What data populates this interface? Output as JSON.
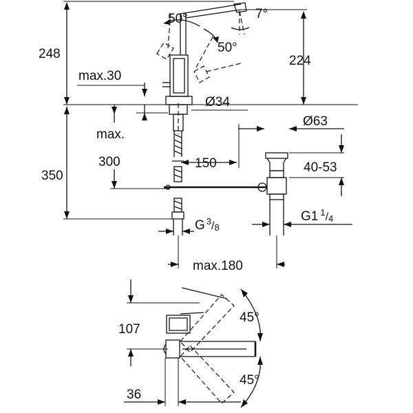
{
  "top_view": {
    "height_total": "248",
    "angle_handle_left": "50°",
    "angle_spout": "7°",
    "angle_handle_right": "50°",
    "height_spout": "224",
    "max_thickness": "max.30",
    "diameter_base": "Ø34",
    "max_label": "max.",
    "depth_300": "300",
    "offset_150": "150",
    "depth_350": "350",
    "diameter_waste": "Ø63",
    "waste_range": "40-53",
    "thread_supply": "G",
    "thread_supply_exp": "3",
    "thread_supply_den": "8",
    "thread_waste": "G1",
    "thread_waste_exp": "1",
    "thread_waste_den": "4",
    "max_180": "max.180"
  },
  "plan_view": {
    "reach_107": "107",
    "angle_top": "45°",
    "angle_bottom": "45°",
    "offset_36": "36"
  }
}
